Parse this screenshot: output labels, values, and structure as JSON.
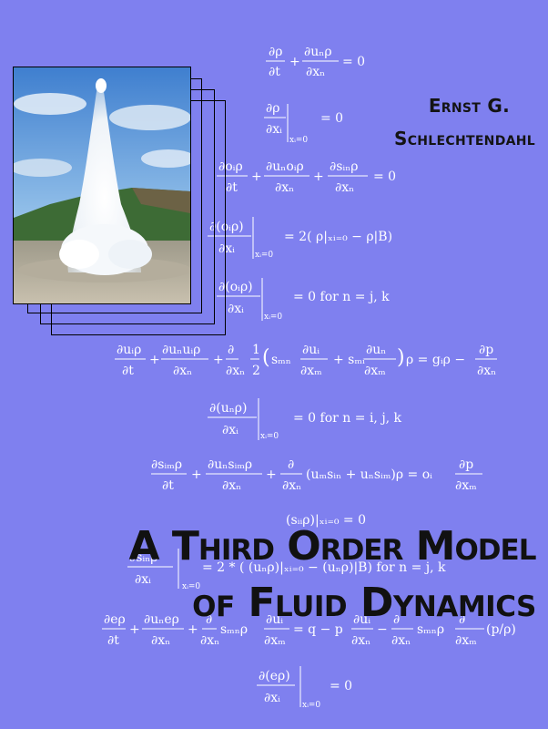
{
  "author": {
    "line1": "Ernst G.",
    "line2": "Schlechtendahl"
  },
  "title": {
    "line1": "A Third Order Model",
    "line2": "of Fluid Dynamics"
  },
  "cover_image": {
    "subject": "geyser eruption",
    "icon": "geyser-photo"
  }
}
